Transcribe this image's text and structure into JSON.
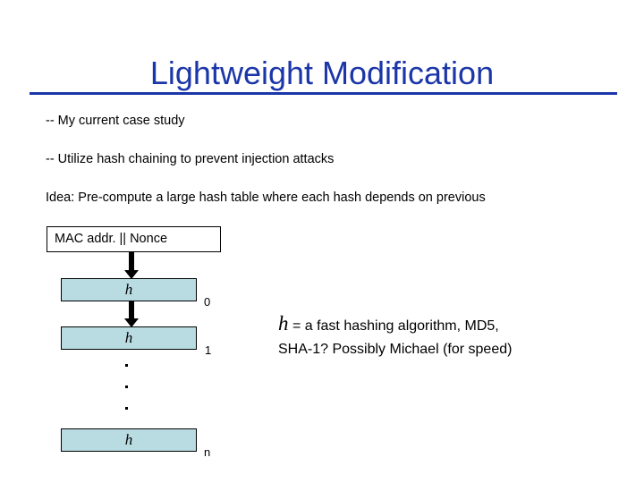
{
  "slide": {
    "title": "Lightweight Modification",
    "title_color": "#1b36a8",
    "background_color": "#ffffff",
    "body_text_color": "#000000",
    "bullets": [
      "-- My current case study",
      "-- Utilize hash chaining to prevent injection attacks",
      "Idea:  Pre-compute a large hash table where each hash depends on previous"
    ]
  },
  "diagram": {
    "input_box": {
      "label": "MAC addr. || Nonce",
      "fill_color": "#ffffff",
      "border_color": "#000000"
    },
    "hash_boxes": [
      {
        "label": "h",
        "subscript": "0"
      },
      {
        "label": "h",
        "subscript": "1"
      },
      {
        "label": "h",
        "subscript": "n"
      }
    ],
    "hash_box_fill_color": "#b9dce3",
    "hash_box_border_color": "#000000",
    "ellipsis": [
      ".",
      ".",
      "."
    ],
    "arrow_color": "#000000"
  },
  "annotation": {
    "symbol": "h",
    "line1": " = a fast hashing algorithm, MD5,",
    "line2": "SHA-1? Possibly Michael (for speed)"
  }
}
